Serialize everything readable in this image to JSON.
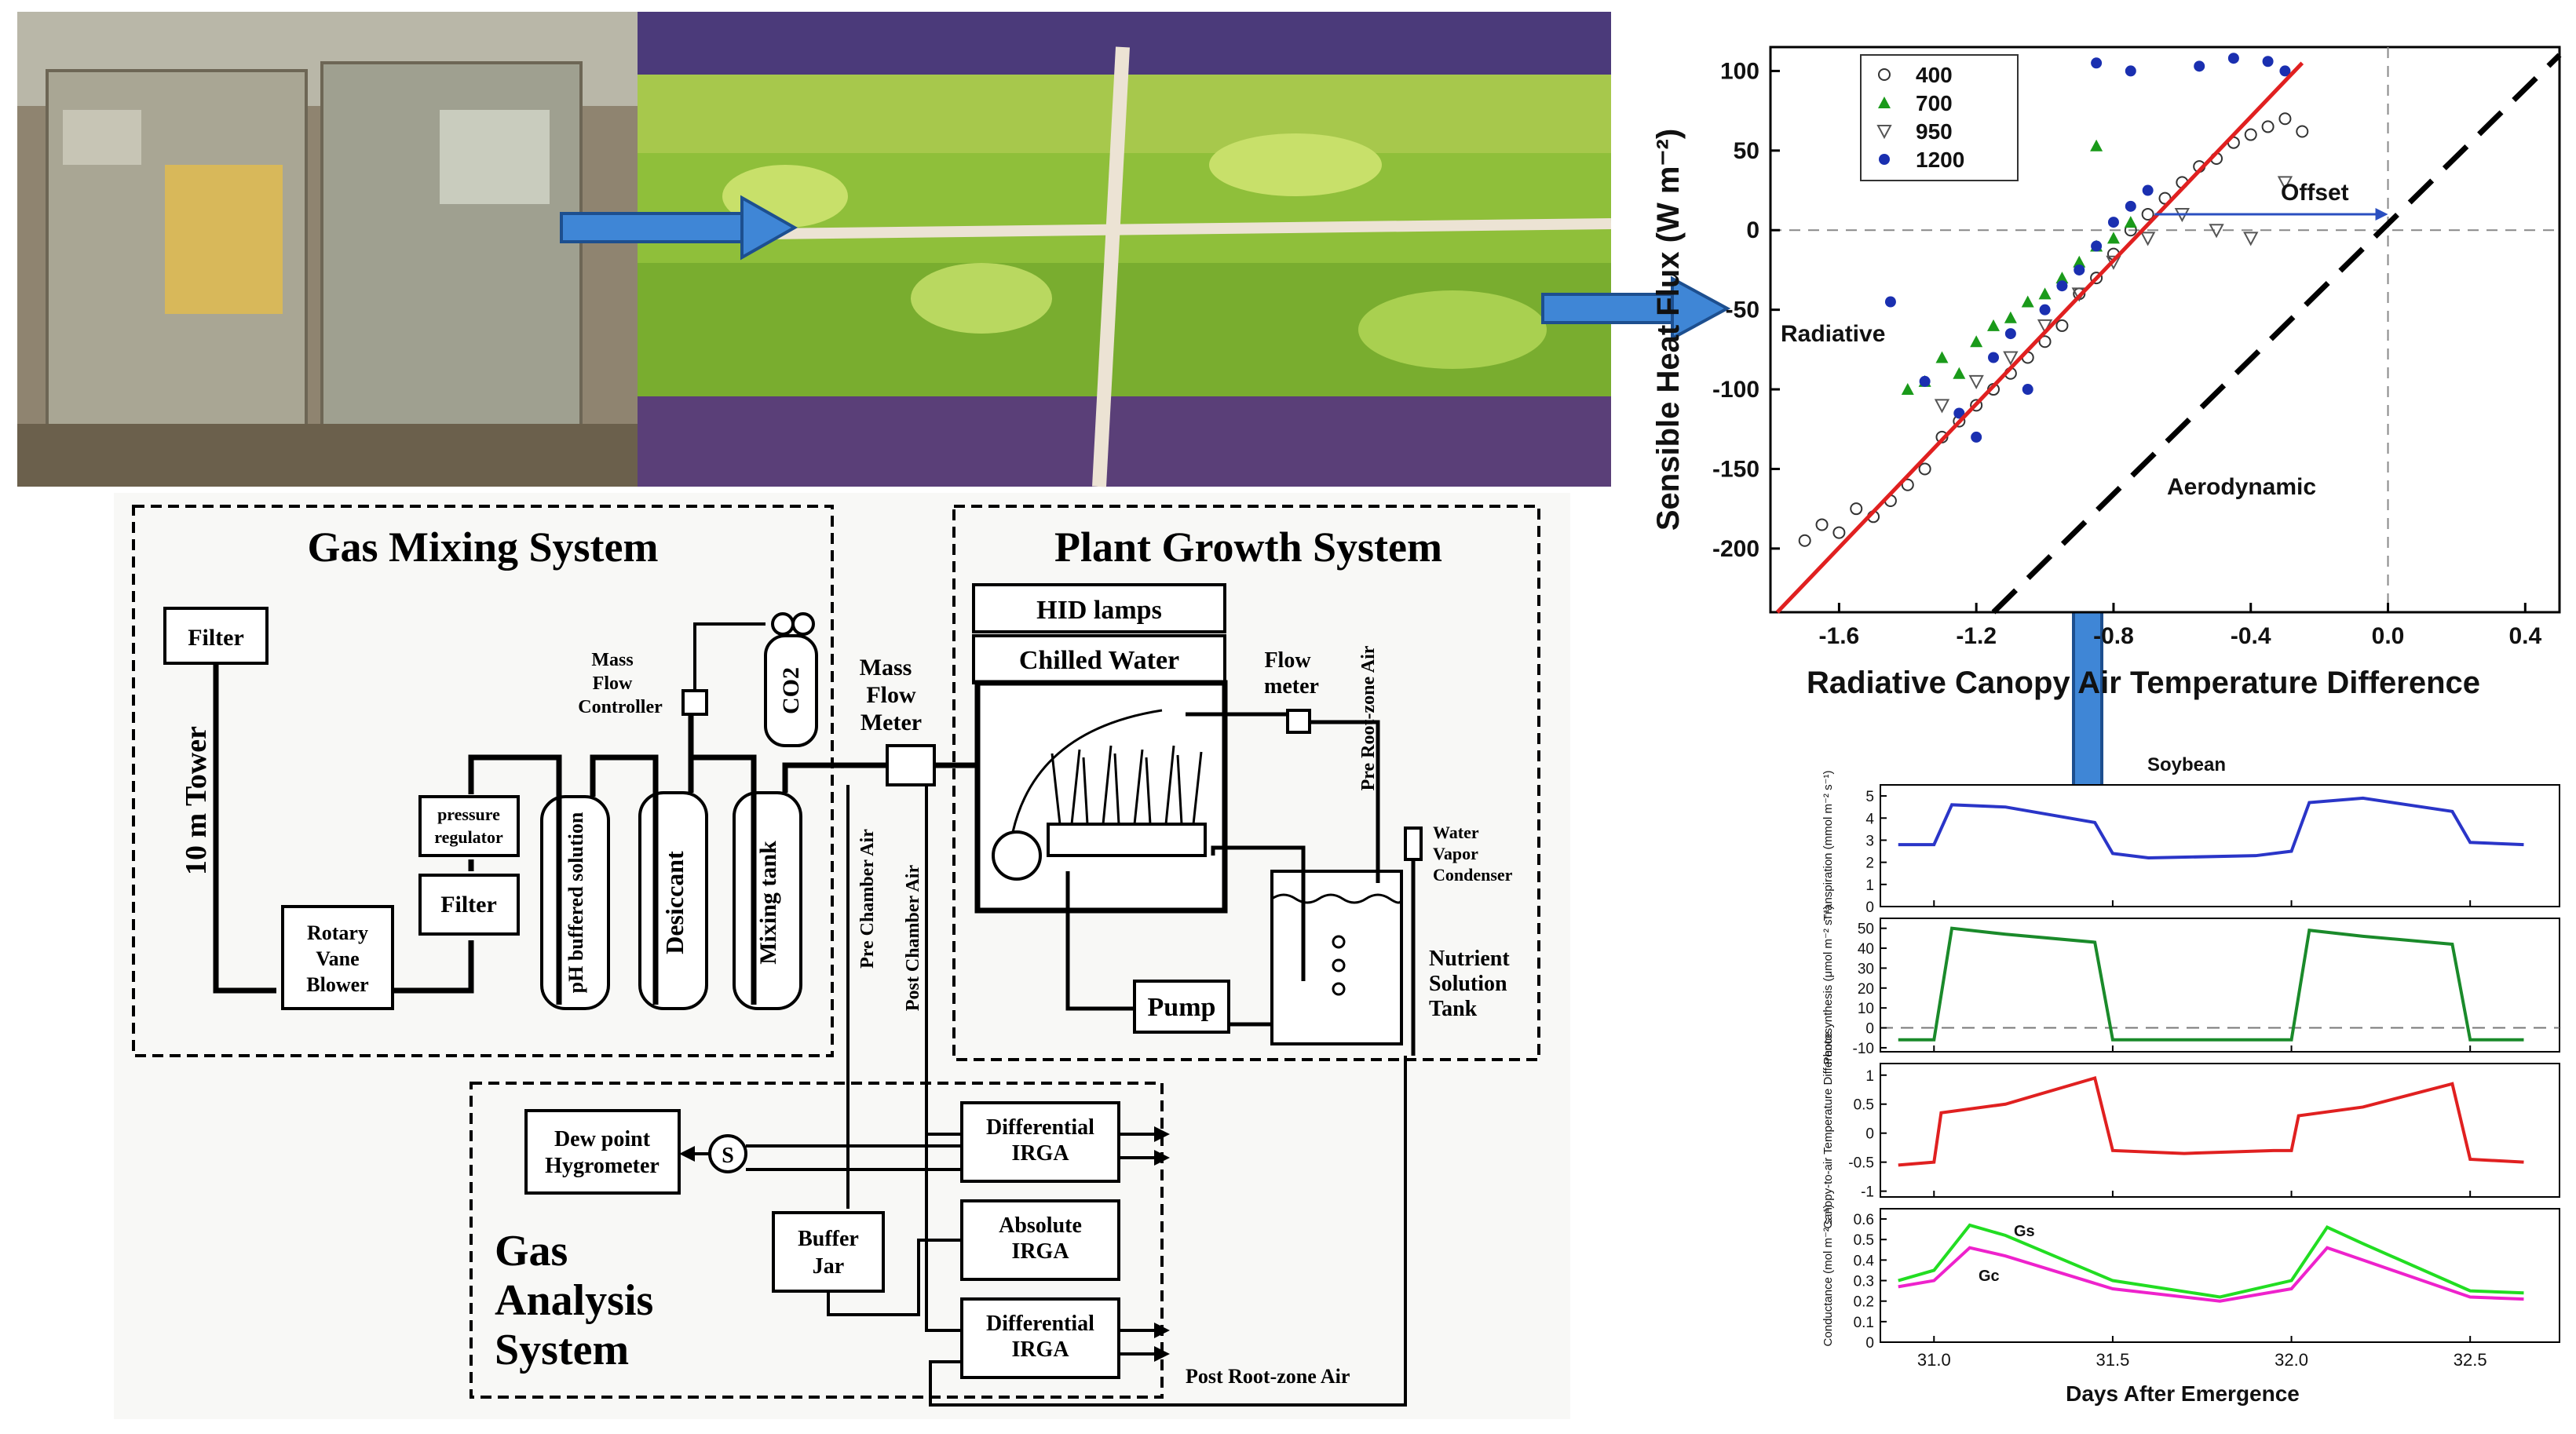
{
  "photos": {
    "chambers": {
      "caption": ""
    },
    "canopy": {
      "caption": ""
    }
  },
  "schematic": {
    "gas_mixing": {
      "title": "Gas Mixing System",
      "filter_top": "Filter",
      "tower": "10 m Tower",
      "blower": [
        "Rotary",
        "Vane",
        "Blower"
      ],
      "pressure_regulator": [
        "pressure",
        "regulator"
      ],
      "filter2": "Filter",
      "ph_solution": "pH buffered solution",
      "desiccant": "Desiccant",
      "mixing_tank": "Mixing tank",
      "mass_flow_controller": [
        "Mass",
        "Flow",
        "Controller"
      ],
      "co2": "CO2"
    },
    "plant_growth": {
      "title": "Plant Growth System",
      "hid_lamps": "HID lamps",
      "chilled_water": "Chilled Water",
      "flow_meter": [
        "Flow",
        "meter"
      ],
      "pre_root_zone_air": "Pre Root-zone Air",
      "water_vapor_condenser": [
        "Water",
        "Vapor",
        "Condenser"
      ],
      "nutrient_tank": [
        "Nutrient",
        "Solution",
        "Tank"
      ],
      "pump": "Pump"
    },
    "mass_flow_meter": [
      "Mass",
      "Flow",
      "Meter"
    ],
    "pre_chamber_air": "Pre Chamber Air",
    "post_chamber_air": "Post Chamber Air",
    "gas_analysis": {
      "title": [
        "Gas",
        "Analysis",
        "System"
      ],
      "dew_point": [
        "Dew point",
        "Hygrometer"
      ],
      "s_symbol": "S",
      "buffer_jar": [
        "Buffer",
        "Jar"
      ],
      "diff_irga_1": [
        "Differential",
        "IRGA"
      ],
      "abs_irga": [
        "Absolute",
        "IRGA"
      ],
      "diff_irga_2": [
        "Differential",
        "IRGA"
      ],
      "post_root_zone_air": "Post Root-zone Air"
    }
  },
  "chart_data": [
    {
      "type": "scatter",
      "xlabel": "Radiative Canopy Air Temperature Difference",
      "ylabel": "Sensible Heat Flux (W m⁻²)",
      "xlim": [
        -1.8,
        0.5
      ],
      "ylim": [
        -240,
        115
      ],
      "xticks": [
        -1.6,
        -1.2,
        -0.8,
        -0.4,
        0.0,
        0.4
      ],
      "xtick_labels": [
        "-1.6",
        "-1.2",
        "-0.8",
        "-0.4",
        "0.0",
        "0.4"
      ],
      "yticks": [
        100,
        50,
        0,
        -50,
        -100,
        -150,
        -200
      ],
      "legend_position": "top-left",
      "annotations": {
        "radiative": "Radiative",
        "aerodynamic": "Aerodynamic",
        "offset": "Offset"
      },
      "series": [
        {
          "name": "400",
          "marker": "open-circle",
          "color": "#333333",
          "points": [
            [
              -1.7,
              -195
            ],
            [
              -1.65,
              -185
            ],
            [
              -1.6,
              -190
            ],
            [
              -1.55,
              -175
            ],
            [
              -1.5,
              -180
            ],
            [
              -1.45,
              -170
            ],
            [
              -1.4,
              -160
            ],
            [
              -1.35,
              -150
            ],
            [
              -1.3,
              -130
            ],
            [
              -1.25,
              -120
            ],
            [
              -1.2,
              -110
            ],
            [
              -1.15,
              -100
            ],
            [
              -1.1,
              -90
            ],
            [
              -1.05,
              -80
            ],
            [
              -1.0,
              -70
            ],
            [
              -0.95,
              -60
            ],
            [
              -0.9,
              -40
            ],
            [
              -0.85,
              -30
            ],
            [
              -0.8,
              -15
            ],
            [
              -0.75,
              0
            ],
            [
              -0.7,
              10
            ],
            [
              -0.65,
              20
            ],
            [
              -0.6,
              30
            ],
            [
              -0.55,
              40
            ],
            [
              -0.5,
              45
            ],
            [
              -0.45,
              55
            ],
            [
              -0.4,
              60
            ],
            [
              -0.35,
              65
            ],
            [
              -0.3,
              70
            ],
            [
              -0.25,
              62
            ]
          ]
        },
        {
          "name": "700",
          "marker": "triangle-up",
          "color": "#1a9a1a",
          "points": [
            [
              -1.4,
              -100
            ],
            [
              -1.35,
              -95
            ],
            [
              -1.3,
              -80
            ],
            [
              -1.25,
              -90
            ],
            [
              -1.2,
              -70
            ],
            [
              -1.15,
              -60
            ],
            [
              -1.1,
              -55
            ],
            [
              -1.05,
              -45
            ],
            [
              -1.0,
              -40
            ],
            [
              -0.95,
              -30
            ],
            [
              -0.9,
              -20
            ],
            [
              -0.85,
              -10
            ],
            [
              -0.8,
              -5
            ],
            [
              -0.75,
              5
            ],
            [
              -0.85,
              53
            ]
          ]
        },
        {
          "name": "950",
          "marker": "triangle-down",
          "color": "#555555",
          "points": [
            [
              -1.3,
              -110
            ],
            [
              -1.2,
              -95
            ],
            [
              -1.1,
              -80
            ],
            [
              -1.0,
              -60
            ],
            [
              -0.9,
              -40
            ],
            [
              -0.8,
              -20
            ],
            [
              -0.7,
              -5
            ],
            [
              -0.6,
              10
            ],
            [
              -0.5,
              0
            ],
            [
              -0.4,
              -5
            ],
            [
              -0.3,
              30
            ]
          ]
        },
        {
          "name": "1200",
          "marker": "filled-circle",
          "color": "#1a2fb0",
          "points": [
            [
              -1.45,
              -45
            ],
            [
              -1.35,
              -95
            ],
            [
              -1.25,
              -115
            ],
            [
              -1.2,
              -130
            ],
            [
              -1.15,
              -80
            ],
            [
              -1.1,
              -65
            ],
            [
              -1.05,
              -100
            ],
            [
              -1.0,
              -50
            ],
            [
              -0.95,
              -35
            ],
            [
              -0.9,
              -25
            ],
            [
              -0.85,
              -10
            ],
            [
              -0.8,
              5
            ],
            [
              -0.75,
              15
            ],
            [
              -0.7,
              25
            ],
            [
              -0.85,
              105
            ],
            [
              -0.75,
              100
            ],
            [
              -0.55,
              103
            ],
            [
              -0.45,
              108
            ],
            [
              -0.35,
              106
            ],
            [
              -0.3,
              100
            ]
          ]
        }
      ],
      "lines": [
        {
          "name": "",
          "color": "#e02020",
          "style": "solid",
          "points": [
            [
              -1.78,
              -240
            ],
            [
              -0.25,
              105
            ]
          ]
        },
        {
          "name": "",
          "color": "#000000",
          "style": "dashed",
          "points": [
            [
              -1.15,
              -240
            ],
            [
              0.5,
              110
            ]
          ]
        }
      ]
    },
    {
      "type": "line",
      "title": "Soybean",
      "xlabel": "Days After Emergence",
      "xlim": [
        30.85,
        32.75
      ],
      "xticks": [
        31.0,
        31.5,
        32.0,
        32.5
      ],
      "xtick_labels": [
        "31.0",
        "31.5",
        "32.0",
        "32.5"
      ],
      "panels": [
        {
          "ylabel": "Transpiration (mmol m⁻² s⁻¹)",
          "ylim": [
            0,
            5.5
          ],
          "yticks": [
            0,
            1,
            2,
            3,
            4,
            5
          ],
          "series": [
            {
              "name": "",
              "color": "#2a35c8",
              "points": [
                [
                  30.9,
                  2.8
                ],
                [
                  31.0,
                  2.8
                ],
                [
                  31.05,
                  4.6
                ],
                [
                  31.2,
                  4.5
                ],
                [
                  31.45,
                  3.8
                ],
                [
                  31.5,
                  2.4
                ],
                [
                  31.6,
                  2.2
                ],
                [
                  31.9,
                  2.3
                ],
                [
                  32.0,
                  2.5
                ],
                [
                  32.05,
                  4.7
                ],
                [
                  32.2,
                  4.9
                ],
                [
                  32.45,
                  4.3
                ],
                [
                  32.5,
                  2.9
                ],
                [
                  32.65,
                  2.8
                ]
              ]
            }
          ]
        },
        {
          "ylabel": "Photosynthesis (μmol m⁻² s⁻¹)",
          "ylim": [
            -12,
            55
          ],
          "yticks": [
            -10,
            0,
            10,
            20,
            30,
            40,
            50
          ],
          "zero_line": true,
          "series": [
            {
              "name": "",
              "color": "#1a8a2a",
              "points": [
                [
                  30.9,
                  -6
                ],
                [
                  31.0,
                  -6
                ],
                [
                  31.05,
                  50
                ],
                [
                  31.2,
                  47
                ],
                [
                  31.45,
                  43
                ],
                [
                  31.5,
                  -6
                ],
                [
                  31.9,
                  -6
                ],
                [
                  32.0,
                  -6
                ],
                [
                  32.05,
                  49
                ],
                [
                  32.2,
                  46
                ],
                [
                  32.45,
                  42
                ],
                [
                  32.5,
                  -6
                ],
                [
                  32.65,
                  -6
                ]
              ]
            }
          ]
        },
        {
          "ylabel": "Canopy-to-air Temperature Difference",
          "ylim": [
            -1.1,
            1.2
          ],
          "yticks": [
            -1.0,
            -0.5,
            0.0,
            0.5,
            1.0
          ],
          "series": [
            {
              "name": "",
              "color": "#e02020",
              "points": [
                [
                  30.9,
                  -0.55
                ],
                [
                  31.0,
                  -0.5
                ],
                [
                  31.02,
                  0.35
                ],
                [
                  31.2,
                  0.5
                ],
                [
                  31.45,
                  0.95
                ],
                [
                  31.5,
                  -0.3
                ],
                [
                  31.7,
                  -0.35
                ],
                [
                  31.95,
                  -0.3
                ],
                [
                  32.0,
                  -0.3
                ],
                [
                  32.02,
                  0.3
                ],
                [
                  32.2,
                  0.45
                ],
                [
                  32.45,
                  0.85
                ],
                [
                  32.5,
                  -0.45
                ],
                [
                  32.65,
                  -0.5
                ]
              ]
            }
          ]
        },
        {
          "ylabel": "Conductance (mol m⁻² s⁻¹)",
          "ylim": [
            0,
            0.65
          ],
          "yticks": [
            0,
            0.1,
            0.2,
            0.3,
            0.4,
            0.5,
            0.6
          ],
          "series": [
            {
              "name": "Gs",
              "color": "#22dd22",
              "points": [
                [
                  30.9,
                  0.3
                ],
                [
                  31.0,
                  0.35
                ],
                [
                  31.1,
                  0.57
                ],
                [
                  31.2,
                  0.52
                ],
                [
                  31.5,
                  0.3
                ],
                [
                  31.8,
                  0.22
                ],
                [
                  32.0,
                  0.3
                ],
                [
                  32.1,
                  0.56
                ],
                [
                  32.2,
                  0.48
                ],
                [
                  32.5,
                  0.25
                ],
                [
                  32.65,
                  0.24
                ]
              ]
            },
            {
              "name": "Gc",
              "color": "#ee22cc",
              "points": [
                [
                  30.9,
                  0.27
                ],
                [
                  31.0,
                  0.3
                ],
                [
                  31.1,
                  0.46
                ],
                [
                  31.2,
                  0.42
                ],
                [
                  31.5,
                  0.26
                ],
                [
                  31.8,
                  0.2
                ],
                [
                  32.0,
                  0.26
                ],
                [
                  32.1,
                  0.46
                ],
                [
                  32.2,
                  0.4
                ],
                [
                  32.5,
                  0.22
                ],
                [
                  32.65,
                  0.21
                ]
              ]
            }
          ]
        }
      ],
      "labels": {
        "gs": "Gs",
        "gc": "Gc"
      }
    }
  ]
}
